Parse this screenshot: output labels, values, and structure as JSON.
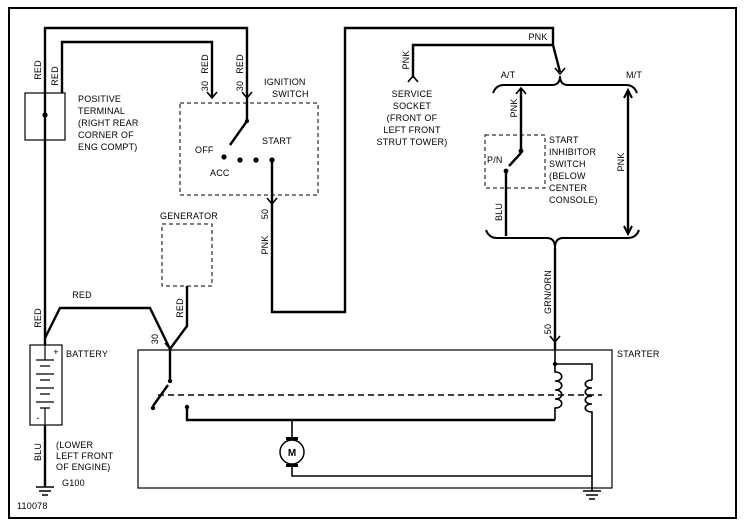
{
  "figure_id": "110078",
  "wire_labels": {
    "pos_feed_outer": "RED",
    "pos_feed_inner": "RED",
    "ign_feed_left": "RED",
    "ign_feed_right": "RED",
    "pos_to_battery": "RED",
    "battery_to_starter": "RED",
    "generator_to_starter": "RED",
    "ign_to_starter": "PNK",
    "service_socket": "PNK",
    "splice_top": "PNK",
    "auto_trans": "PNK",
    "manual_trans": "PNK",
    "inhibitor_out": "BLU",
    "starter_control": "GRN/ORN",
    "battery_ground": "BLU"
  },
  "terminals": {
    "ign_left": "30",
    "ign_right": "30",
    "ign_start": "50",
    "starter_battery": "30",
    "starter_control": "50"
  },
  "positive_terminal": {
    "lines": [
      "POSITIVE",
      "TERMINAL",
      "(RIGHT REAR",
      "CORNER OF",
      "ENG COMPT)"
    ]
  },
  "ignition_switch": {
    "title_lines": [
      "IGNITION",
      "SWITCH"
    ],
    "positions": {
      "off": "OFF",
      "acc": "ACC",
      "start": "START"
    }
  },
  "generator": {
    "label": "GENERATOR"
  },
  "battery": {
    "label": "BATTERY",
    "plus": "+",
    "minus": "-"
  },
  "engine_ground": {
    "location_lines": [
      "(LOWER",
      "LEFT FRONT",
      "OF ENGINE)"
    ],
    "id": "G100"
  },
  "service_socket": {
    "lines": [
      "SERVICE",
      "SOCKET",
      "(FRONT OF",
      "LEFT FRONT",
      "STRUT TOWER)"
    ]
  },
  "transmission": {
    "automatic": "A/T",
    "manual": "M/T"
  },
  "start_inhibitor_switch": {
    "lines": [
      "START",
      "INHIBITOR",
      "SWITCH",
      "(BELOW",
      "CENTER",
      "CONSOLE)"
    ],
    "position": "P/N"
  },
  "starter": {
    "label": "STARTER",
    "motor": "M"
  }
}
